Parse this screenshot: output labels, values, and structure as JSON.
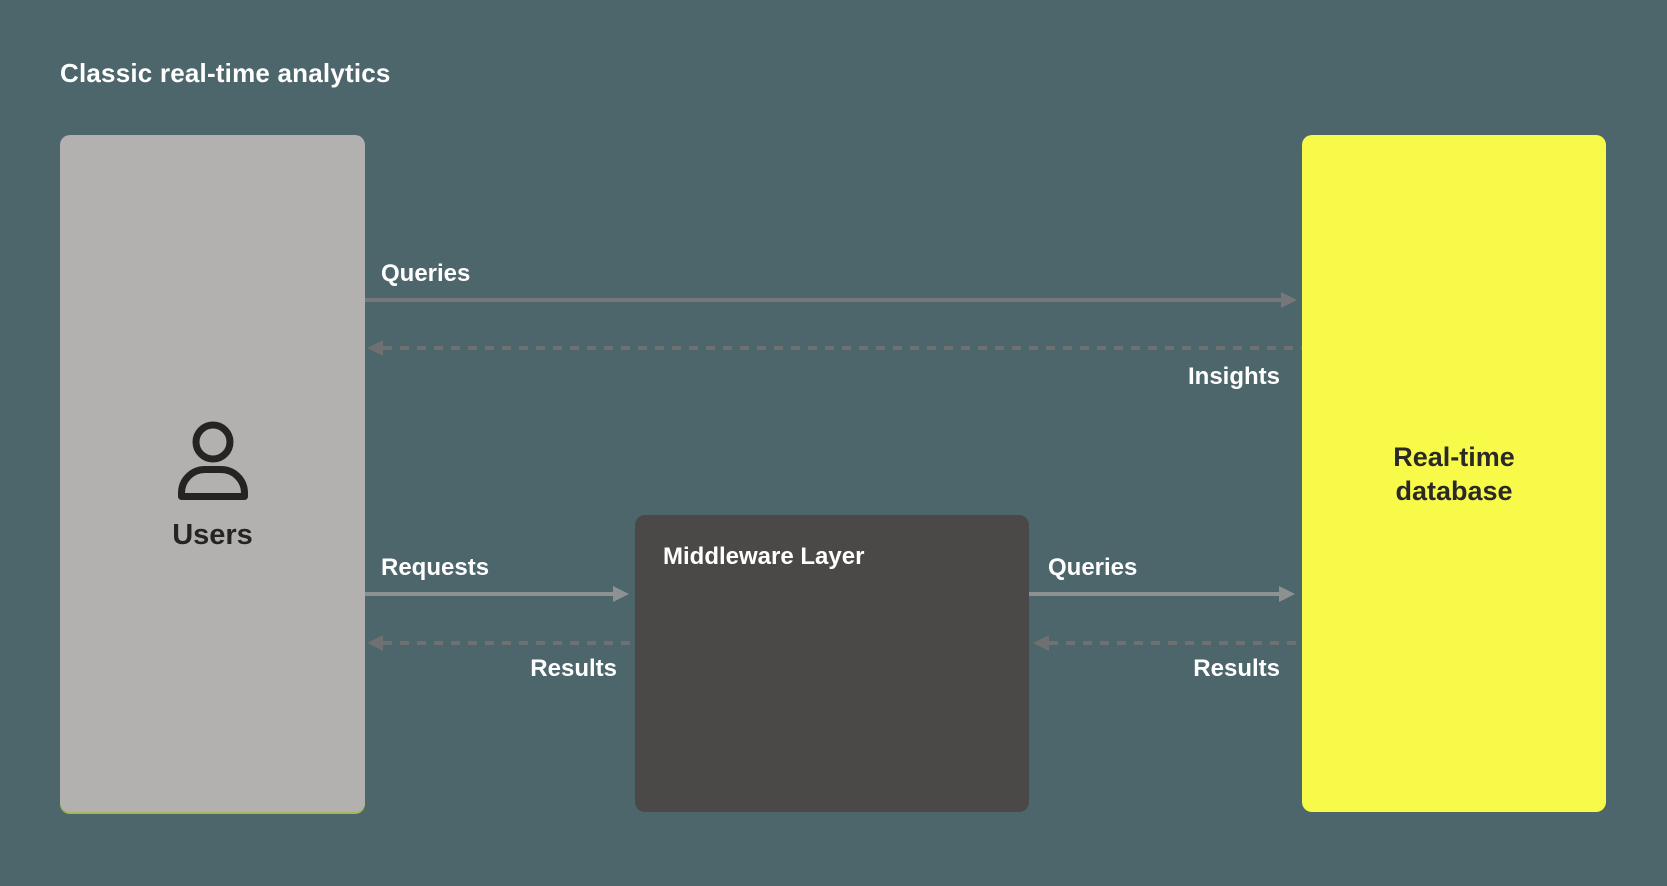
{
  "title": "Classic real-time analytics",
  "colors": {
    "background": "#4C666B",
    "users_box": "#B2B1B0",
    "middleware_box": "#4B4948",
    "database_box": "#F7FA49",
    "dark_text": "#262423",
    "light_text": "#FFFFFF",
    "solid_arrow_top": "#75777A",
    "solid_arrow": "#8E9192",
    "dashed_arrow": "#6E7071"
  },
  "nodes": {
    "users": {
      "label": "Users",
      "icon": "person-icon"
    },
    "middleware": {
      "label": "Middleware Layer"
    },
    "database": {
      "label": "Real-time database"
    }
  },
  "flows": [
    {
      "label": "Queries",
      "from": "users",
      "to": "database",
      "style": "solid"
    },
    {
      "label": "Insights",
      "from": "database",
      "to": "users",
      "style": "dashed"
    },
    {
      "label": "Requests",
      "from": "users",
      "to": "middleware",
      "style": "solid"
    },
    {
      "label": "Results",
      "from": "middleware",
      "to": "users",
      "style": "dashed"
    },
    {
      "label": "Queries",
      "from": "middleware",
      "to": "database",
      "style": "solid"
    },
    {
      "label": "Results",
      "from": "database",
      "to": "middleware",
      "style": "dashed"
    }
  ]
}
